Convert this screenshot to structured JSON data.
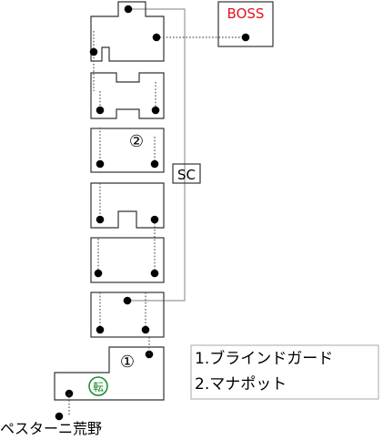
{
  "boss_label": "BOSS",
  "shortcut_label": "SC",
  "markers": {
    "item_1": "①",
    "item_2": "②"
  },
  "warp_label": "転",
  "legend": [
    "1.ブラインドガード",
    "2.マナポット"
  ],
  "start_label": "ペスターニ荒野",
  "colors": {
    "boss": "#e0141e",
    "warp": "#1a8a2a",
    "outline": "#333333"
  }
}
